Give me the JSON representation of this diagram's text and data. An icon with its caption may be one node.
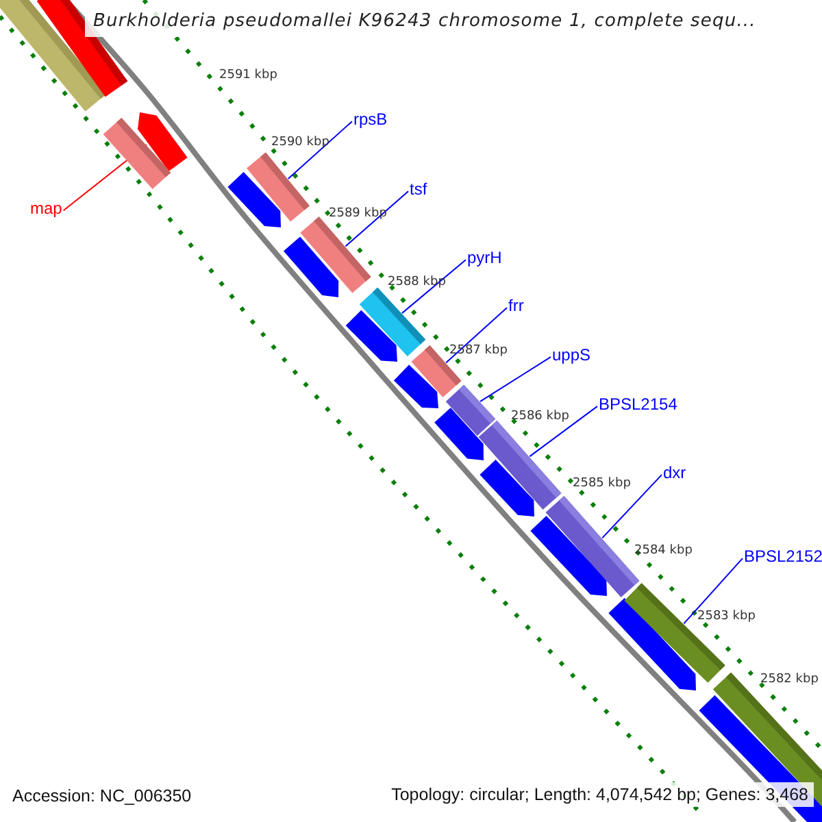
{
  "diagram": {
    "title": "Burkholderia pseudomallei K96243 chromosome 1, complete sequ...",
    "nodes": [
      {
        "text": [
          "map"
        ]
      },
      {
        "text": [
          "rpsB"
        ]
      },
      {
        "text": [
          "tsf"
        ]
      },
      {
        "text": [
          "pyrH"
        ]
      },
      {
        "text": [
          "frr"
        ]
      },
      {
        "text": [
          "uppS"
        ]
      },
      {
        "text": [
          "BPSL2154"
        ]
      },
      {
        "text": [
          "dxr"
        ]
      },
      {
        "text": [
          "BPSL2152"
        ]
      },
      {
        "text": [],
        "shape": "bar"
      },
      {
        "text": [],
        "shape": "bar"
      },
      {
        "text": [],
        "shape": "bar"
      },
      {
        "text": [],
        "shape": "bar"
      },
      {
        "text": [],
        "shape": "bar"
      },
      {
        "text": [],
        "shape": "bar"
      },
      {
        "text": [],
        "shape": "bar"
      },
      {
        "text": [],
        "shape": "bar"
      },
      {
        "text": [],
        "shape": "bar"
      }
    ],
    "edges": [
      {
        "from": 0,
        "to": 9,
        "arrow": "none",
        "color": "#ff0000"
      },
      {
        "from": 1,
        "to": 10,
        "arrow": "none"
      },
      {
        "from": 2,
        "to": 11,
        "arrow": "none"
      },
      {
        "from": 3,
        "to": 12,
        "arrow": "none"
      },
      {
        "from": 4,
        "to": 13,
        "arrow": "none"
      },
      {
        "from": 5,
        "to": 14,
        "arrow": "none"
      },
      {
        "from": 6,
        "to": 15,
        "arrow": "none"
      },
      {
        "from": 7,
        "to": 16,
        "arrow": "none"
      },
      {
        "from": 8,
        "to": 17,
        "arrow": "none"
      }
    ],
    "labels": [
      "2591 kbp",
      "2590 kbp",
      "2589 kbp",
      "2588 kbp",
      "2587 kbp",
      "2586 kbp",
      "2585 kbp",
      "2584 kbp",
      "2583 kbp",
      "2582 kbp",
      "Accession: NC_006350",
      "Topology: circular; Length: 4,074,542 bp; Genes: 3,468"
    ]
  }
}
